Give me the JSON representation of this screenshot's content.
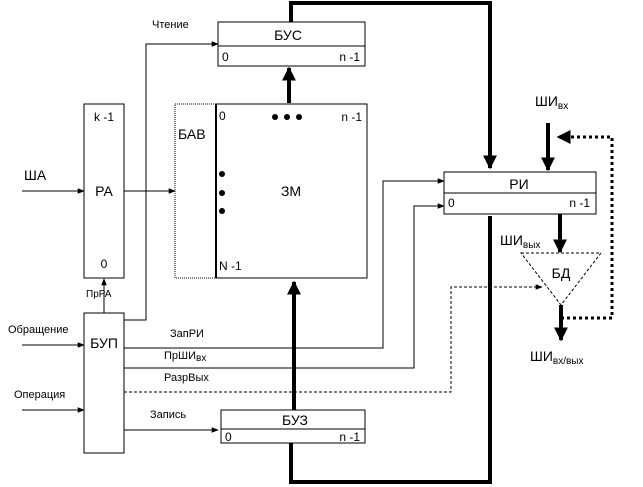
{
  "blocks": {
    "bus": {
      "name": "БУС",
      "low": "0",
      "high": "n -1"
    },
    "bav": {
      "name": "БАВ"
    },
    "zm": {
      "name": "ЗМ",
      "top_low": "0",
      "top_high": "n -1",
      "bottom": "N -1"
    },
    "ra": {
      "name": "РА",
      "top": "k -1",
      "bottom": "0"
    },
    "ri": {
      "name": "РИ",
      "low": "0",
      "high": "n -1"
    },
    "buz": {
      "name": "БУЗ",
      "low": "0",
      "high": "n -1"
    },
    "bud": {
      "name": "БУП"
    },
    "bd": {
      "name": "БД"
    }
  },
  "signals": {
    "read": "Чтение",
    "sha": "ША",
    "prra": "ПрРА",
    "access": "Обращение",
    "operation": "Операция",
    "zapri": "ЗапРИ",
    "prshi": "ПрШИ",
    "prshi_sub": "вх",
    "razrvyh": "РазрВых",
    "write": "Запись"
  },
  "buses": {
    "shi_in": "ШИ",
    "shi_in_sub": "вх",
    "shi_out": "ШИ",
    "shi_out_sub": "вых",
    "shi_inout": "ШИ",
    "shi_inout_sub": "вх/вых"
  },
  "colors": {
    "line": "#000000",
    "fill_zm": "#ffffff"
  }
}
